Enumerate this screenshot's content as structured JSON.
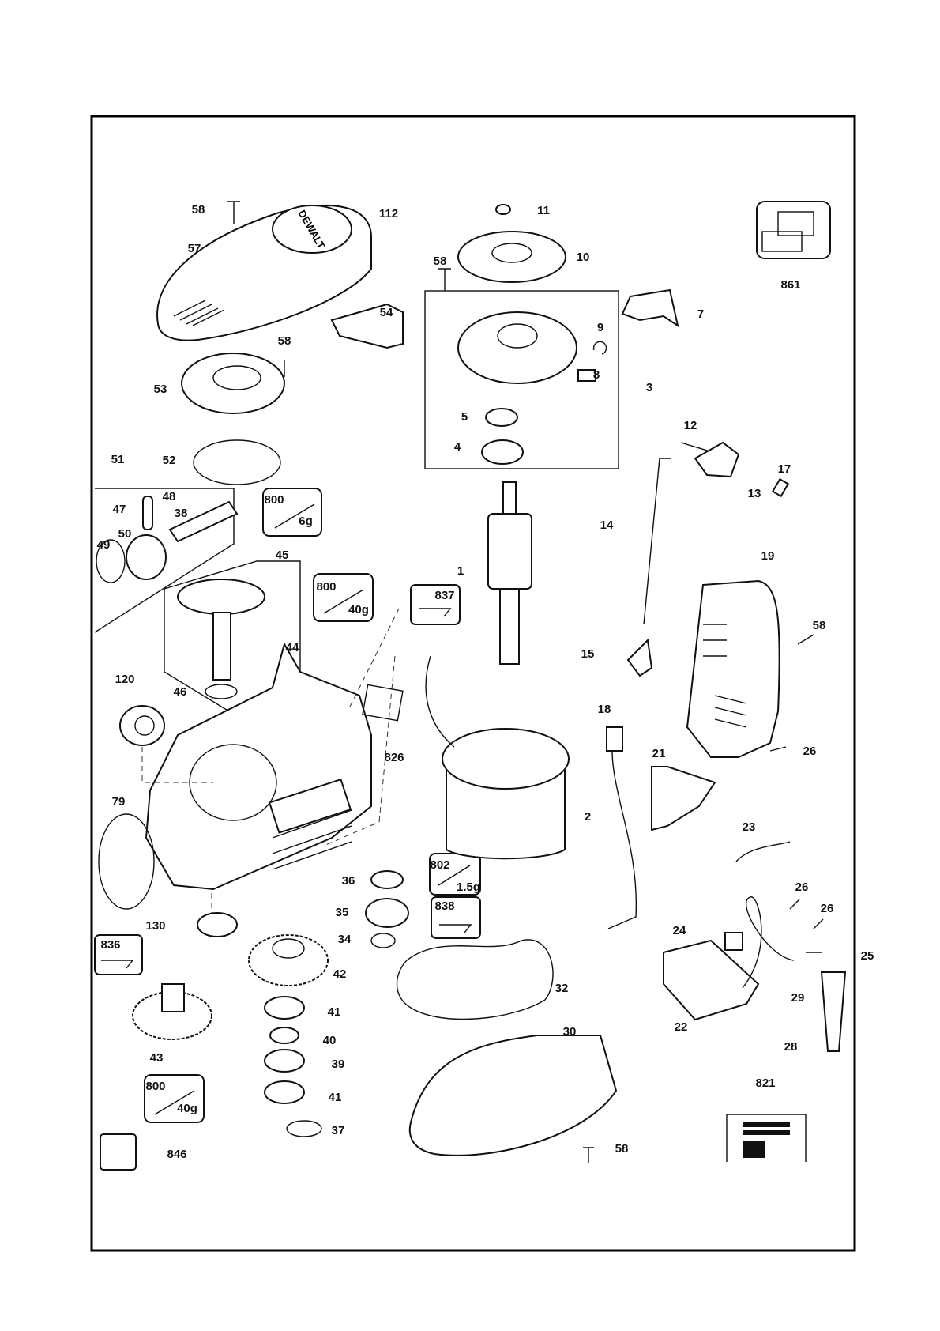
{
  "diagram": {
    "logo_text": "DEWALT",
    "callouts": [
      "58",
      "112",
      "57",
      "11",
      "58",
      "10",
      "861",
      "7",
      "54",
      "9",
      "58",
      "53",
      "8",
      "3",
      "5",
      "4",
      "52",
      "51",
      "12",
      "17",
      "48",
      "800",
      "47",
      "38",
      "6g",
      "13",
      "14",
      "49",
      "50",
      "45",
      "19",
      "800",
      "40g",
      "1",
      "837",
      "58",
      "44",
      "15",
      "120",
      "46",
      "18",
      "826",
      "26",
      "21",
      "79",
      "2",
      "23",
      "802",
      "1.5g",
      "36",
      "26",
      "838",
      "35",
      "26",
      "24",
      "130",
      "25",
      "34",
      "836",
      "42",
      "32",
      "29",
      "41",
      "22",
      "30",
      "43",
      "40",
      "28",
      "39",
      "800",
      "821",
      "40g",
      "41",
      "37",
      "846",
      "58"
    ]
  }
}
